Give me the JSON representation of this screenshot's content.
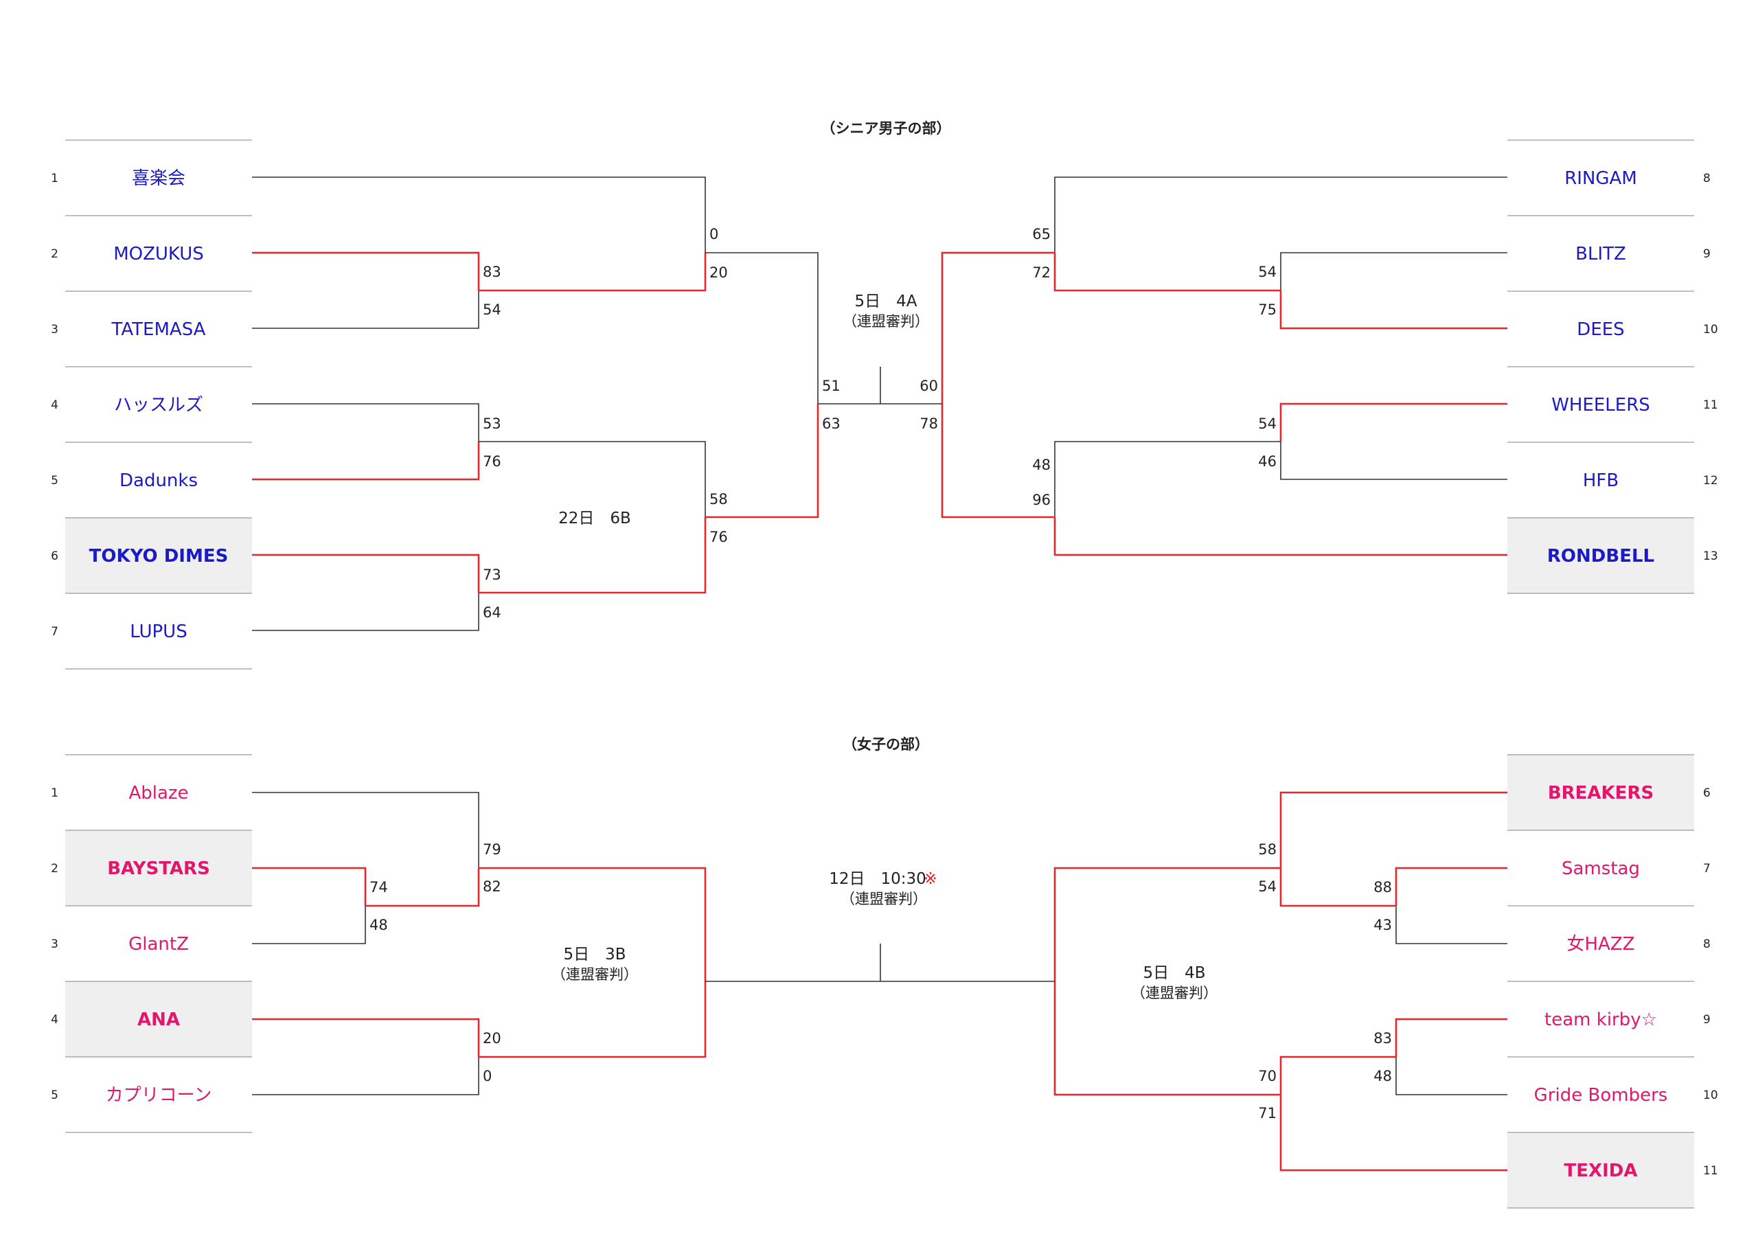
{
  "colors": {
    "win_line": "#e8262c",
    "line": "#333333",
    "men_team": "#1a1ac8",
    "women_team": "#e0176a",
    "highlight_bg": "#efefef",
    "separator": "#9a9a9a"
  },
  "men": {
    "title": "（シニア男子の部）",
    "left_teams": [
      {
        "num": "1",
        "name": "喜楽会",
        "highlight": false
      },
      {
        "num": "2",
        "name": "MOZUKUS",
        "highlight": false
      },
      {
        "num": "3",
        "name": "TATEMASA",
        "highlight": false
      },
      {
        "num": "4",
        "name": "ハッスルズ",
        "highlight": false
      },
      {
        "num": "5",
        "name": "Dadunks",
        "highlight": false
      },
      {
        "num": "6",
        "name": "TOKYO DIMES",
        "highlight": true
      },
      {
        "num": "7",
        "name": "LUPUS",
        "highlight": false
      }
    ],
    "right_teams": [
      {
        "num": "8",
        "name": "RINGAM",
        "highlight": false
      },
      {
        "num": "9",
        "name": "BLITZ",
        "highlight": false
      },
      {
        "num": "10",
        "name": "DEES",
        "highlight": false
      },
      {
        "num": "11",
        "name": "WHEELERS",
        "highlight": false
      },
      {
        "num": "12",
        "name": "HFB",
        "highlight": false
      },
      {
        "num": "13",
        "name": "RONDBELL",
        "highlight": true
      }
    ],
    "scores": {
      "l_2v3": [
        "83",
        "54"
      ],
      "l_4v5": [
        "53",
        "76"
      ],
      "l_6v7": [
        "73",
        "64"
      ],
      "l_1vW23": [
        "0",
        "20"
      ],
      "l_W45vW67": [
        "58",
        "76"
      ],
      "l_semi": [
        "51",
        "63"
      ],
      "r_9v10": [
        "54",
        "75"
      ],
      "r_11v12": [
        "54",
        "46"
      ],
      "r_8vW": [
        "65",
        "72"
      ],
      "r_WvRond": [
        "48",
        "96"
      ],
      "r_semi": [
        "60",
        "78"
      ]
    },
    "notes": {
      "final_date": "5日　4A",
      "final_ref": "（連盟審判）",
      "left_date": "22日　6B"
    }
  },
  "women": {
    "title": "（女子の部）",
    "left_teams": [
      {
        "num": "1",
        "name": "Ablaze",
        "highlight": false
      },
      {
        "num": "2",
        "name": "BAYSTARS",
        "highlight": true
      },
      {
        "num": "3",
        "name": "GlantZ",
        "highlight": false
      },
      {
        "num": "4",
        "name": "ANA",
        "highlight": true
      },
      {
        "num": "5",
        "name": "カプリコーン",
        "highlight": false
      }
    ],
    "right_teams": [
      {
        "num": "6",
        "name": "BREAKERS",
        "highlight": true
      },
      {
        "num": "7",
        "name": "Samstag",
        "highlight": false
      },
      {
        "num": "8",
        "name": "女HAZZ",
        "highlight": false
      },
      {
        "num": "9",
        "name": "team kirby☆",
        "highlight": false
      },
      {
        "num": "10",
        "name": "Gride Bombers",
        "highlight": false
      },
      {
        "num": "11",
        "name": "TEXIDA",
        "highlight": true
      }
    ],
    "scores": {
      "l_2v3": [
        "74",
        "48"
      ],
      "l_1vW": [
        "79",
        "82"
      ],
      "l_4v5": [
        "20",
        "0"
      ],
      "r_7v8": [
        "88",
        "43"
      ],
      "r_6vW": [
        "58",
        "54"
      ],
      "r_9v10": [
        "83",
        "48"
      ],
      "r_Wv11": [
        "70",
        "71"
      ]
    },
    "notes": {
      "final_date": "12日　10:30",
      "final_mark": "※",
      "final_ref": "（連盟審判）",
      "left_date": "5日　3B",
      "left_ref": "（連盟審判）",
      "right_date": "5日　4B",
      "right_ref": "（連盟審判）"
    }
  }
}
